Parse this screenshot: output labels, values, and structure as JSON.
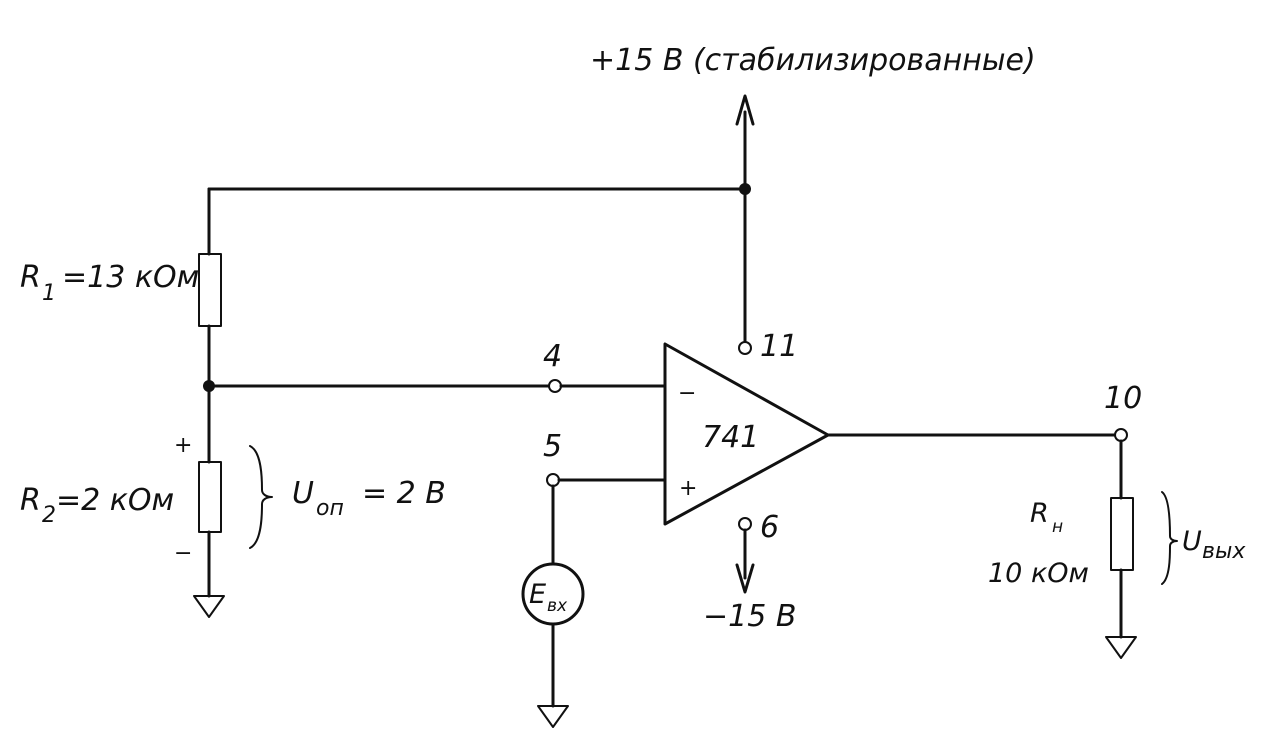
{
  "supply": {
    "positive_label": "+15 В (стабилизированные)",
    "negative_label": "−15 В"
  },
  "opamp": {
    "name": "741",
    "pins": {
      "inverting": "4",
      "noninverting": "5",
      "output": "10",
      "vplus": "11",
      "vminus": "6"
    },
    "minus_sign": "−",
    "plus_sign": "+"
  },
  "r1": {
    "symbol": "R",
    "subscript": "1",
    "value": "=13 кОм"
  },
  "r2": {
    "symbol": "R",
    "subscript": "2",
    "value": "=2 кОм"
  },
  "reference": {
    "symbol": "U",
    "subscript": "оп",
    "value": "= 2 В",
    "plus": "+",
    "minus": "−"
  },
  "source": {
    "symbol": "E",
    "subscript": "вх"
  },
  "load": {
    "symbol": "R",
    "subscript": "н",
    "value": "10 кОм",
    "output_symbol": "U",
    "output_subscript": "вых"
  }
}
